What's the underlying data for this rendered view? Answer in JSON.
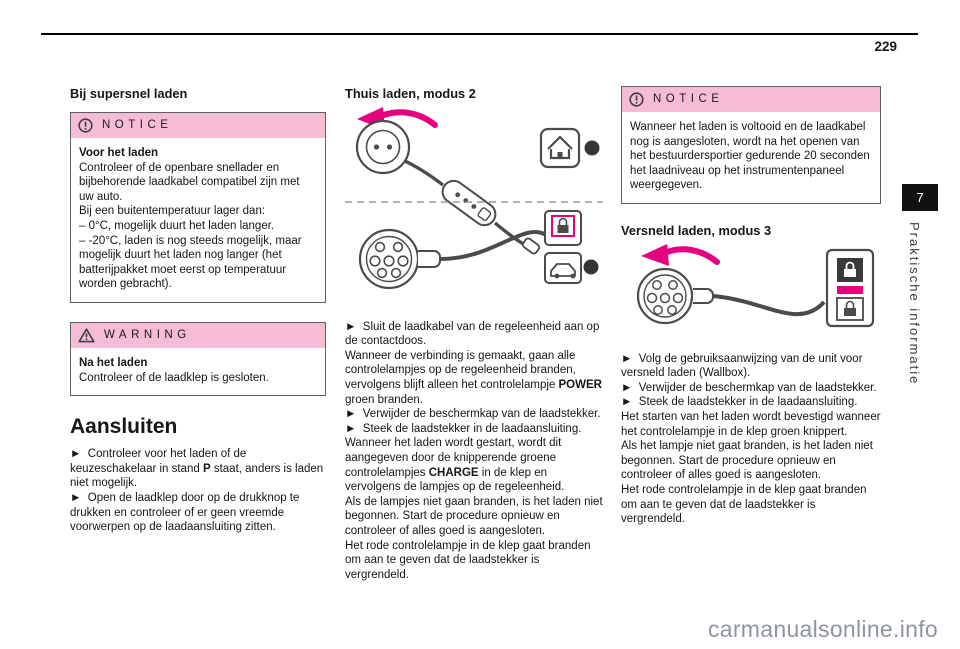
{
  "page": {
    "number": "229",
    "chapter_tab": "7",
    "chapter_label": "Praktische informatie",
    "watermark": "carmanualsonline.info"
  },
  "colors": {
    "alert_header_pink": "#f6bcd5",
    "accent_magenta": "#e5007d",
    "tab_black": "#111111"
  },
  "icons": {
    "notice": "circle-exclamation",
    "warning": "triangle-exclamation",
    "bullet_glyph": "►"
  },
  "col1": {
    "heading": "Bij supersnel laden",
    "notice": {
      "title": "NOTICE",
      "lead": "Voor het laden",
      "p1": "Controleer of de openbare snellader en bijbehorende laadkabel compatibel zijn met uw auto.",
      "p2": "Bij een buitentemperatuur lager dan:",
      "li1": "– 0°C, mogelijk duurt het laden langer.",
      "li2": "– -20°C, laden is nog steeds mogelijk, maar mogelijk duurt het laden nog langer (het batterijpakket moet eerst op temperatuur worden gebracht)."
    },
    "warning": {
      "title": "WARNING",
      "lead": "Na het laden",
      "p1": "Controleer of de laadklep is gesloten."
    },
    "section_heading": "Aansluiten",
    "bullet1": {
      "pre": "►  Controleer voor het laden of de keuzeschakelaar in stand ",
      "bold": "P",
      "post": " staat, anders is laden niet mogelijk."
    },
    "bullet2": "►  Open de laadklep door op de drukknop te drukken en controleer of er geen vreemde voorwerpen op de laadaansluiting zitten."
  },
  "col2": {
    "heading": "Thuis laden, modus 2",
    "bullet1": "►  Sluit de laadkabel van de regeleenheid aan op de contactdoos.",
    "p_power": {
      "pre": "Wanneer de verbinding is gemaakt, gaan alle controlelampjes op de regeleenheid branden, vervolgens blijft alleen het controlelampje ",
      "bold": "POWER",
      "post": " groen branden."
    },
    "bullet2": "►  Verwijder de beschermkap van de laadstekker.",
    "bullet3": "►  Steek de laadstekker in de laadaansluiting.",
    "p_charge": {
      "pre": "Wanneer het laden wordt gestart, wordt dit aangegeven door de knipperende groene controlelampjes ",
      "bold": "CHARGE",
      "post": " in de klep en vervolgens de lampjes op de regeleenheid."
    },
    "p3": "Als de lampjes niet gaan branden, is het laden niet begonnen. Start de procedure opnieuw en controleer of alles goed is aangesloten.",
    "p4": "Het rode controlelampje in de klep gaat branden om aan te geven dat de laadstekker is vergrendeld."
  },
  "col3": {
    "notice": {
      "title": "NOTICE",
      "p1": "Wanneer het laden is voltooid en de laadkabel nog is aangesloten, wordt na het openen van het bestuurdersportier gedurende 20 seconden het laadniveau op het instrumentenpaneel weergegeven."
    },
    "heading": "Versneld laden, modus 3",
    "bullet1": "►  Volg de gebruiksaanwijzing van de unit voor versneld laden (Wallbox).",
    "bullet2": "►  Verwijder de beschermkap van de laadstekker.",
    "bullet3": "►  Steek de laadstekker in de laadaansluiting.",
    "p1": "Het starten van het laden wordt bevestigd wanneer het controlelampje in de klep groen knippert.",
    "p2": "Als het lampje niet gaat branden, is het laden niet begonnen. Start de procedure opnieuw en controleer of alles goed is aangesloten.",
    "p3": "Het rode controlelampje in de klep gaat branden om aan te geven dat de laadstekker is vergrendeld."
  }
}
